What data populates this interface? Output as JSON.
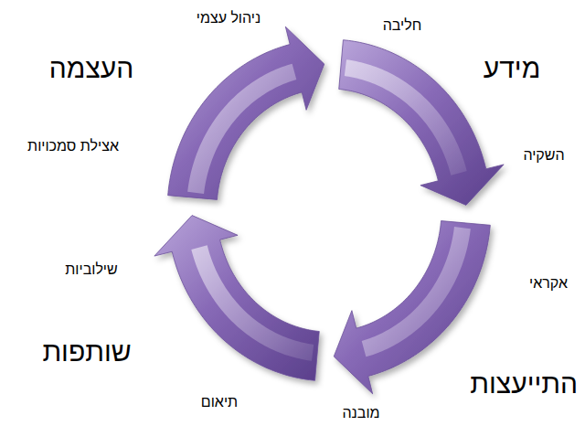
{
  "diagram": {
    "nodes": [
      {
        "text": [
          "מידע",
          "חליבה",
          "השקיה"
        ]
      },
      {
        "text": [
          "התייעצות",
          "אקראי",
          "מובנה"
        ]
      },
      {
        "text": [
          "שותפות",
          "תיאום",
          "שילוביות"
        ]
      },
      {
        "text": [
          "העצמה",
          "אצילת סמכויות",
          "ניהול עצמי"
        ]
      }
    ]
  }
}
